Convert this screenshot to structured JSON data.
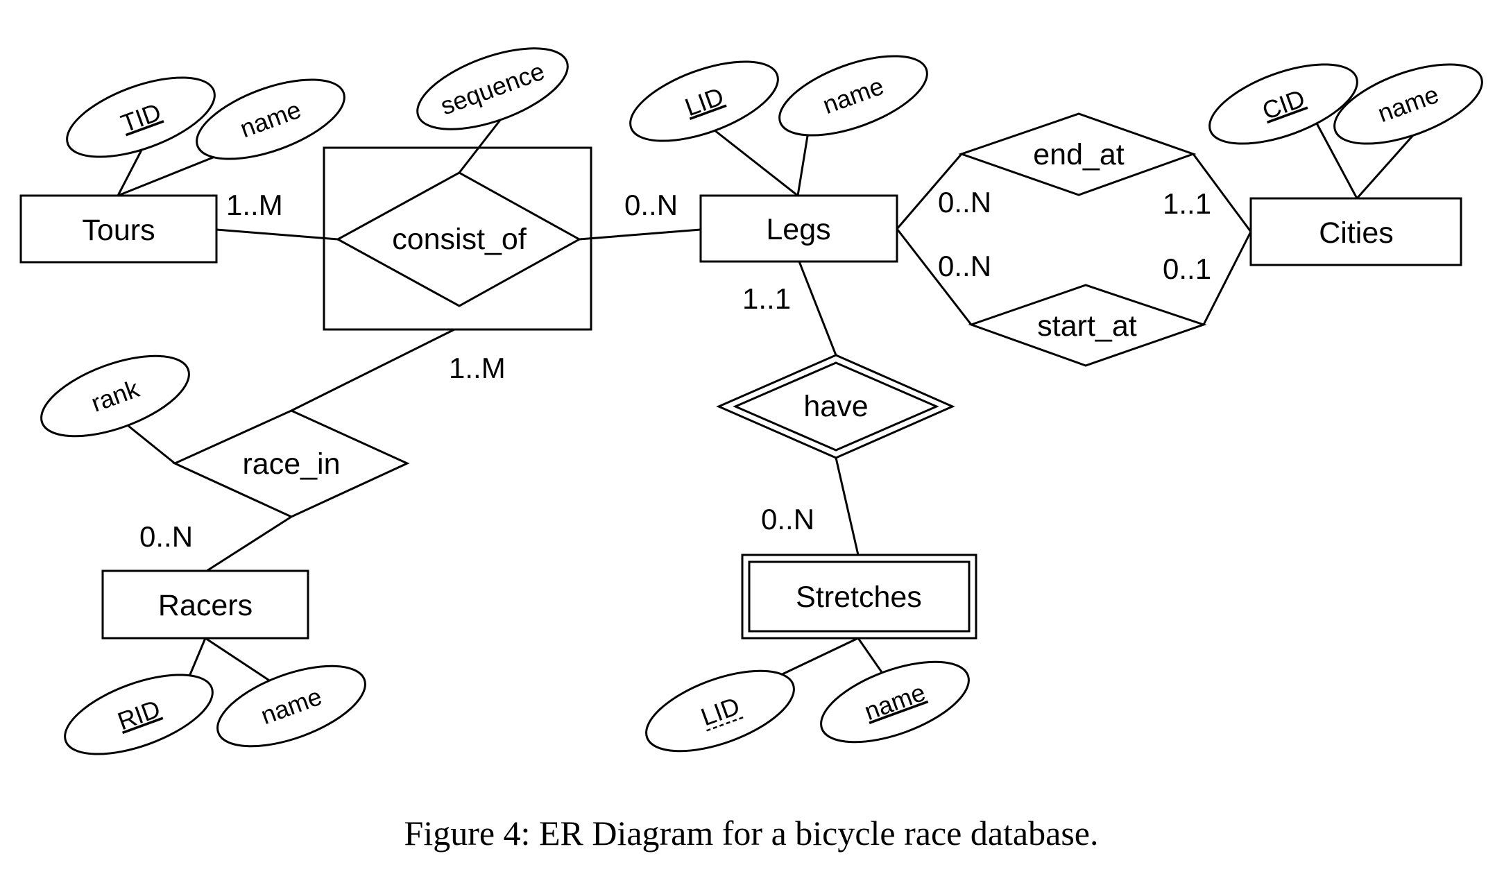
{
  "caption": "Figure 4: ER Diagram for a bicycle race database.",
  "entities": {
    "tours": "Tours",
    "legs": "Legs",
    "cities": "Cities",
    "racers": "Racers",
    "stretches": "Stretches"
  },
  "relationships": {
    "consist_of": "consist_of",
    "end_at": "end_at",
    "start_at": "start_at",
    "race_in": "race_in",
    "have": "have"
  },
  "attributes": {
    "tours_tid": "TID",
    "tours_name": "name",
    "consist_of_sequence": "sequence",
    "legs_lid": "LID",
    "legs_name": "name",
    "cities_cid": "CID",
    "cities_name": "name",
    "race_in_rank": "rank",
    "racers_rid": "RID",
    "racers_name": "name",
    "stretches_lid": "LID",
    "stretches_name": "name"
  },
  "cardinalities": {
    "tours_consist_of": "1..M",
    "consist_of_legs": "0..N",
    "legs_end_at": "0..N",
    "end_at_cities": "1..1",
    "legs_start_at": "0..N",
    "start_at_cities": "0..1",
    "legs_have": "1..1",
    "have_stretches": "0..N",
    "consist_of_race_in": "1..M",
    "race_in_racers": "0..N"
  }
}
